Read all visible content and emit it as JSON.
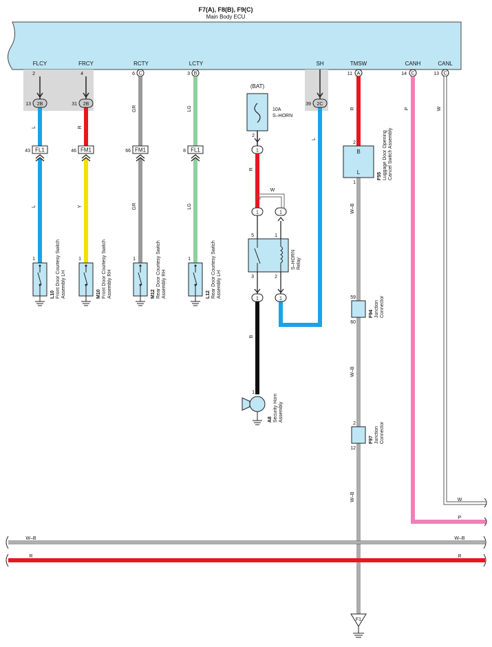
{
  "ecu": {
    "title": "F7(A), F8(B), F9(C)",
    "subtitle": "Main Body ECU",
    "terminals": [
      {
        "name": "FLCY",
        "pin": "2",
        "conn": ""
      },
      {
        "name": "FRCY",
        "pin": "4",
        "conn": ""
      },
      {
        "name": "RCTY",
        "pin": "6",
        "conn": "C"
      },
      {
        "name": "LCTY",
        "pin": "3",
        "conn": "B"
      },
      {
        "name": "SH",
        "pin": "",
        "conn": ""
      },
      {
        "name": "TMSW",
        "pin": "11",
        "conn": "A"
      },
      {
        "name": "CANH",
        "pin": "14",
        "conn": "C"
      },
      {
        "name": "CANL",
        "pin": "13",
        "conn": "C"
      }
    ]
  },
  "junctions": [
    {
      "pin": "13",
      "conn": "2B"
    },
    {
      "pin": "31",
      "conn": "2B"
    },
    {
      "pin": "39",
      "conn": "2C"
    }
  ],
  "inline_connectors": [
    {
      "pin": "43",
      "label": "FL1"
    },
    {
      "pin": "46",
      "label": "FM1"
    },
    {
      "pin": "66",
      "label": "FM1"
    },
    {
      "pin": "8",
      "label": "FL1"
    }
  ],
  "wire_colors": {
    "flcy_top": "L",
    "flcy_bot": "L",
    "frcy_top": "R",
    "frcy_bot": "Y",
    "rcty_top": "GR",
    "rcty_bot": "GR",
    "lcty_top": "LG",
    "lcty_bot": "LG",
    "sh": "L",
    "horn_power": "R",
    "relay_w": "W",
    "horn_out": "B",
    "tmsw_top": "R",
    "tmsw_wb1": "W–B",
    "tmsw_wb2": "W–B",
    "tmsw_wb3": "W–B",
    "canh": "P",
    "canl": "W",
    "canl_end": "W",
    "canh_end": "P",
    "bus_wb_left": "W–B",
    "bus_wb_right": "W–B",
    "bus_r_left": "R",
    "bus_r_right": "R"
  },
  "switches": [
    {
      "code": "L10",
      "line1": "Front Door Courtesy Switch",
      "line2": "Assembly LH"
    },
    {
      "code": "M10",
      "line1": "Front Door Courtesy Switch",
      "line2": "Assembly RH"
    },
    {
      "code": "M12",
      "line1": "Rear Door Courtesy Switch",
      "line2": "Assembly RH"
    },
    {
      "code": "L12",
      "line1": "Rear Door Courtesy Switch",
      "line2": "Assembly LH"
    }
  ],
  "fuse": {
    "source": "(BAT)",
    "rating": "10A",
    "name": "S–HORN",
    "pin": "2",
    "conn": "1"
  },
  "relay": {
    "line1": "S–HORN",
    "line2": "Relay",
    "pins": [
      "5",
      "1",
      "3",
      "2"
    ],
    "conns": [
      "1",
      "1",
      "1",
      "1",
      "1"
    ]
  },
  "horn": {
    "code": "A8",
    "line1": "Security Horn",
    "line2": "Assembly",
    "pin": "1"
  },
  "f55": {
    "code": "F55",
    "line1": "Luggage Door Opening",
    "line2": "Cancel Switch Assembly",
    "term_b": "B",
    "term_l": "L",
    "pin_top": "2",
    "pin_bot": "1"
  },
  "f94": {
    "code": "F94",
    "line1": "Junction",
    "line2": "Connector",
    "pin_top": "59",
    "pin_bot": "60"
  },
  "f97": {
    "code": "F97",
    "line1": "Junction",
    "line2": "Connector",
    "pin_top": "2",
    "pin_bot": "12"
  },
  "ground": {
    "label": "F1"
  },
  "pins": {
    "switch_pin": "1"
  }
}
